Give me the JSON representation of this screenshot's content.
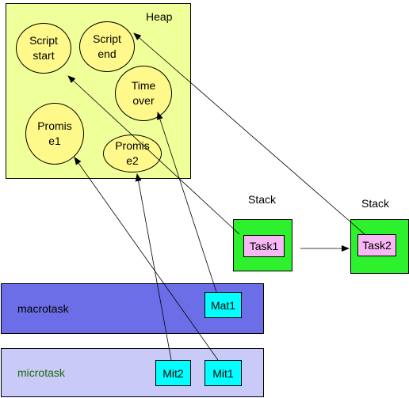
{
  "heap": {
    "title": "Heap",
    "objects": {
      "script_start": "Script\nstart",
      "script_end": "Script\nend",
      "time_over": "Time\nover",
      "promise1": "Promis\ne1",
      "promise2": "Promis\ne2"
    }
  },
  "stacks": [
    {
      "label": "Stack",
      "task": "Task1"
    },
    {
      "label": "Stack",
      "task": "Task2"
    }
  ],
  "queues": {
    "macrotask": {
      "label": "macrotask",
      "label_color": "#000000",
      "items": [
        "Mat1"
      ]
    },
    "microtask": {
      "label": "microtask",
      "label_color": "#1b6b10",
      "items": [
        "Mit2",
        "Mit1"
      ]
    }
  },
  "colors": {
    "heap_fill": "#efff99",
    "object_fill": "#fef98a",
    "stack_fill": "#2df12d",
    "task_fill": "#f8b7f5",
    "macrotask_fill": "#6b6ee6",
    "microtask_fill": "#c9caf8",
    "queue_item_fill": "#00ffff"
  }
}
